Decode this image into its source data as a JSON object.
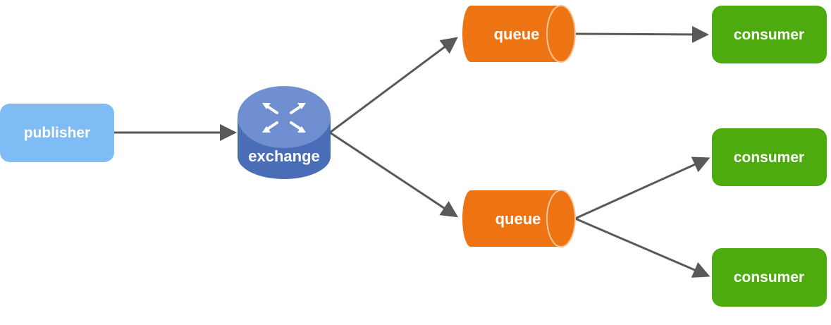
{
  "nodes": {
    "publisher": {
      "label": "publisher"
    },
    "exchange": {
      "label": "exchange"
    },
    "queue_top": {
      "label": "queue"
    },
    "queue_bottom": {
      "label": "queue"
    },
    "consumer_1": {
      "label": "consumer"
    },
    "consumer_2": {
      "label": "consumer"
    },
    "consumer_3": {
      "label": "consumer"
    }
  },
  "edges": [
    {
      "from": "publisher",
      "to": "exchange"
    },
    {
      "from": "exchange",
      "to": "queue_top"
    },
    {
      "from": "exchange",
      "to": "queue_bottom"
    },
    {
      "from": "queue_top",
      "to": "consumer_1"
    },
    {
      "from": "queue_bottom",
      "to": "consumer_2"
    },
    {
      "from": "queue_bottom",
      "to": "consumer_3"
    }
  ],
  "colors": {
    "publisher": "#7fbcf6",
    "exchange_top": "#6f8fd0",
    "exchange_side": "#4a6db8",
    "exchange_icon": "#ffffff",
    "queue": "#ee7312",
    "queue_rim": "#f7c79c",
    "consumer": "#4eab0f",
    "edge": "#595959"
  },
  "icons": {
    "exchange": "router-arrows-icon"
  }
}
